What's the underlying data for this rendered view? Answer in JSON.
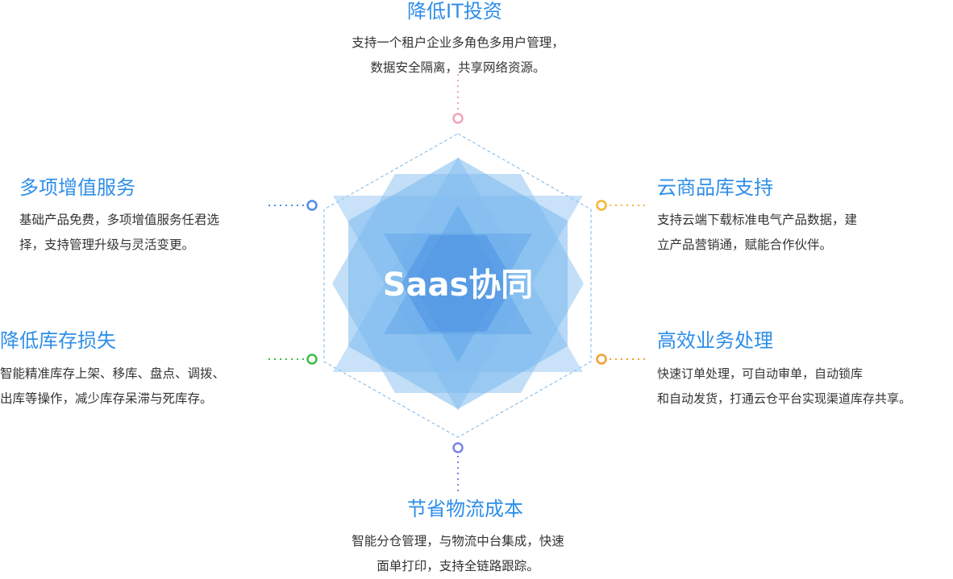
{
  "center_label": "Saas协同",
  "features": {
    "top": {
      "title": "降低IT投资",
      "lines": [
        "支持一个租户企业多角色多用户管理，",
        "数据安全隔离，共享网络资源。"
      ],
      "color": "#f0a3b5"
    },
    "upper_left": {
      "title": "多项增值服务",
      "lines": [
        "基础产品免费，多项增值服务任君选",
        "择，支持管理升级与灵活变更。"
      ],
      "color": "#4e8ce8"
    },
    "upper_right": {
      "title": "云商品库支持",
      "lines": [
        "支持云端下载标准电气产品数据，建",
        "立产品营销通，赋能合作伙伴。"
      ],
      "color": "#f5b732"
    },
    "lower_left": {
      "title": "降低库存损失",
      "lines": [
        "智能精准库存上架、移库、盘点、调拨、",
        "出库等操作，减少库存呆滞与死库存。"
      ],
      "color": "#3ebc47"
    },
    "lower_right": {
      "title": "高效业务处理",
      "lines": [
        "快速订单处理，可自动审单，自动锁库",
        "和自动发货，打通云仓平台实现渠道库存共享。"
      ],
      "color": "#f0a033"
    },
    "bottom": {
      "title": "节省物流成本",
      "lines": [
        "智能分仓管理，与物流中台集成，快速",
        "面单打印，支持全链路跟踪。"
      ],
      "color": "#7b83e6"
    }
  },
  "colors": {
    "accent_title": "#2e8ee8",
    "text": "#333333",
    "hexagon_outline": "#7bb6e6",
    "shape_light": "#9ccbf4",
    "shape_mid": "#6aaeee",
    "shape_dark": "#4a8fe2"
  }
}
